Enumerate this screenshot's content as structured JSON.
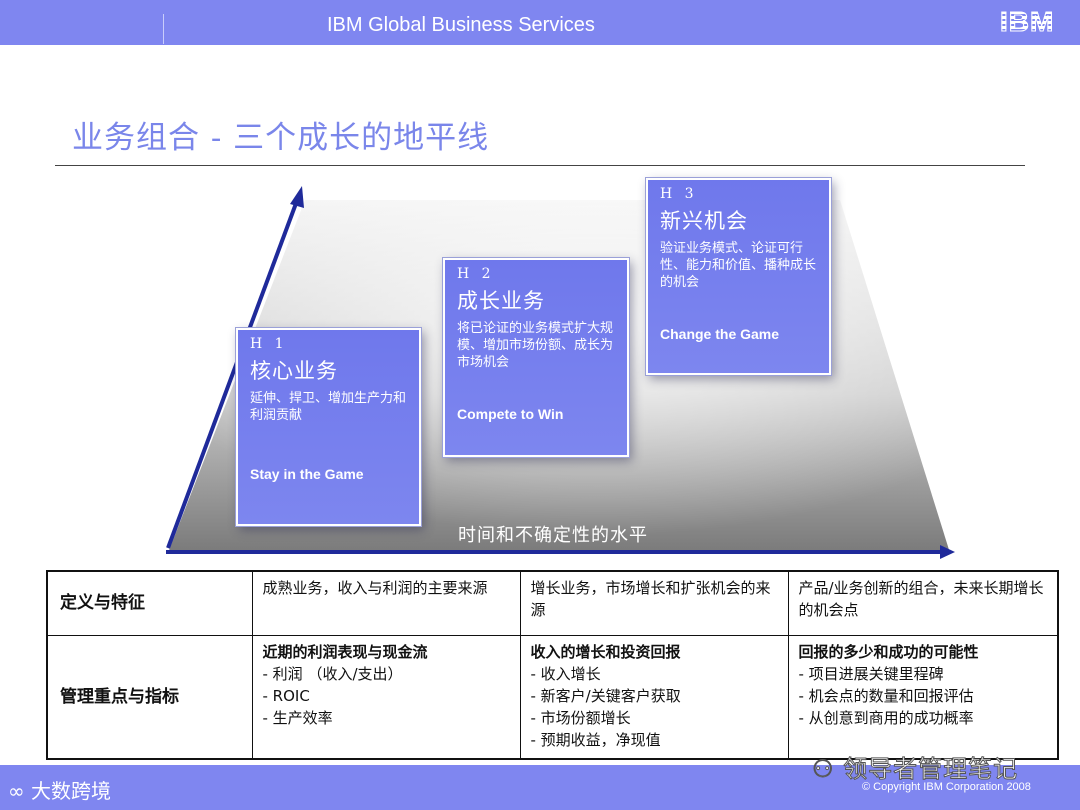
{
  "header": {
    "brand": "IBM Global Business Services",
    "logo": "IBM"
  },
  "title": "业务组合 - 三个成长的地平线",
  "axis_label": "时间和不确定性的水平",
  "horizons": [
    {
      "tag": "H 1",
      "name": "核心业务",
      "desc": "延伸、捍卫、增加生产力和利润贡献",
      "slogan": "Stay  in the Game"
    },
    {
      "tag": "H 2",
      "name": "成长业务",
      "desc": "将已论证的业务模式扩大规模、增加市场份额、成长为市场机会",
      "slogan": "Compete to Win"
    },
    {
      "tag": "H 3",
      "name": "新兴机会",
      "desc": "验证业务模式、论证可行性、能力和价值、播种成长的机会",
      "slogan": "Change the Game"
    }
  ],
  "table": {
    "row1": {
      "head": "定义与特征",
      "cells": [
        "成熟业务，收入与利润的主要来源",
        "增长业务，市场增长和扩张机会的来源",
        "产品/业务创新的组合，未来长期增长的机会点"
      ]
    },
    "row2": {
      "head": "管理重点与指标",
      "cols": [
        {
          "heading": "近期的利润表现与现金流",
          "items": [
            "- 利润  （收入/支出）",
            "- ROIC",
            "- 生产效率"
          ]
        },
        {
          "heading": "收入的增长和投资回报",
          "items": [
            "- 收入增长",
            "- 新客户/关键客户获取",
            "- 市场份额增长",
            "- 预期收益，净现值"
          ]
        },
        {
          "heading": "回报的多少和成功的可能性",
          "items": [
            "- 项目进展关键里程碑",
            "- 机会点的数量和回报评估",
            "- 从创意到商用的成功概率"
          ]
        }
      ]
    }
  },
  "footer": {
    "left_logo": "大数跨境",
    "watermark": "领导者管理笔记",
    "copyright": "© Copyright IBM Corporation 2008"
  },
  "colors": {
    "bar": "#7f86f0",
    "box": "#6f78ec",
    "title": "#7a86ea",
    "arrow": "#1f2a9a"
  }
}
